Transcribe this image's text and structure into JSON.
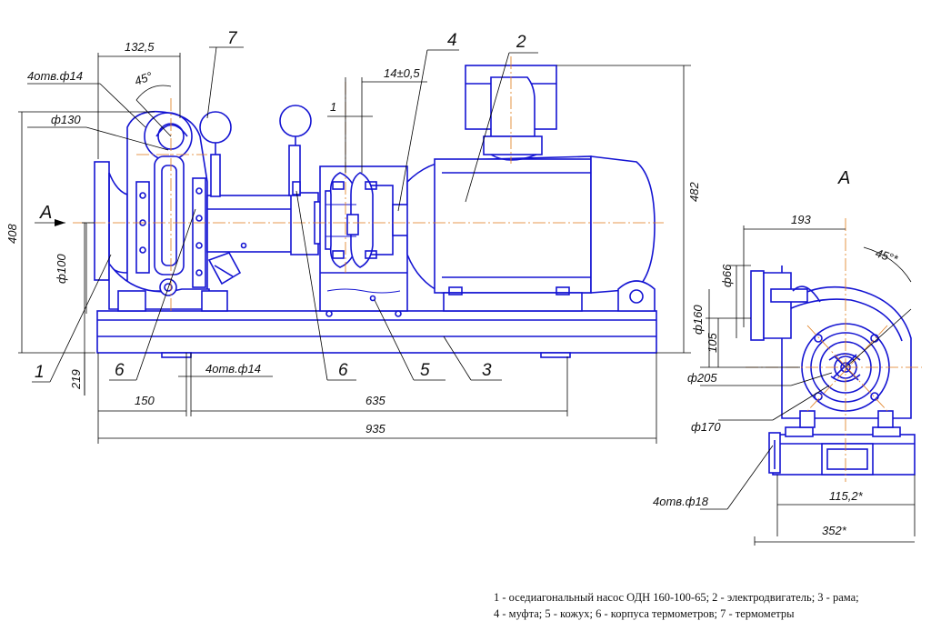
{
  "drawing": {
    "view_title": "A",
    "section_arrow_label": "A",
    "dimensions": {
      "d_132_5": "132,5",
      "d_45_main": "45°",
      "d_4holes_14_top": "4отв.ф14",
      "d_phi130": "ф130",
      "d_14pm05": "14±0,5",
      "d_1_gap": "1",
      "d_408": "408",
      "d_482": "482",
      "d_phi100": "ф100",
      "d_219": "219",
      "d_4holes_14_bottom": "4отв.ф14",
      "d_150": "150",
      "d_635": "635",
      "d_935": "935",
      "d_193": "193",
      "d_45_side": "45°*",
      "d_phi66": "ф66",
      "d_phi160": "ф160",
      "d_105": "105",
      "d_phi205": "ф205",
      "d_phi170": "ф170",
      "d_4holes_18": "4отв.ф18",
      "d_115_2": "115,2*",
      "d_352": "352*"
    },
    "positions": {
      "p1": "1",
      "p2": "2",
      "p3": "3",
      "p4": "4",
      "p5": "5",
      "p6a": "6",
      "p6b": "6",
      "p7": "7"
    }
  },
  "caption": {
    "line1": "1 - оседиагональный насос ОДН 160-100-65; 2 - электродвигатель; 3 - рама;",
    "line2": "4 - муфта; 5 - кожух; 6 - корпуса термометров; 7 - термометры"
  }
}
